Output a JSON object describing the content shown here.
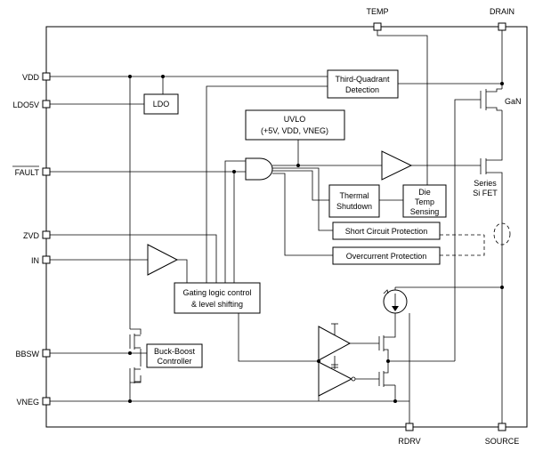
{
  "pins": {
    "vdd": "VDD",
    "ldo5v": "LDO5V",
    "fault": "FAULT",
    "zvd": "ZVD",
    "in": "IN",
    "bbsw": "BBSW",
    "vneg": "VNEG",
    "temp": "TEMP",
    "drain": "DRAIN",
    "rdrv": "RDRV",
    "source": "SOURCE"
  },
  "blocks": {
    "ldo": "LDO",
    "third_quadrant_1": "Third-Quadrant",
    "third_quadrant_2": "Detection",
    "uvlo_1": "UVLO",
    "uvlo_2": "(+5V, VDD, VNEG)",
    "thermal_1": "Thermal",
    "thermal_2": "Shutdown",
    "die_temp_1": "Die",
    "die_temp_2": "Temp",
    "die_temp_3": "Sensing",
    "short_circuit": "Short Circuit Protection",
    "overcurrent": "Overcurrent Protection",
    "gating_1": "Gating logic control",
    "gating_2": "& level shifting",
    "buck_boost_1": "Buck-Boost",
    "buck_boost_2": "Controller"
  },
  "devices": {
    "gan": "GaN",
    "series_1": "Series",
    "series_2": "Si FET"
  }
}
